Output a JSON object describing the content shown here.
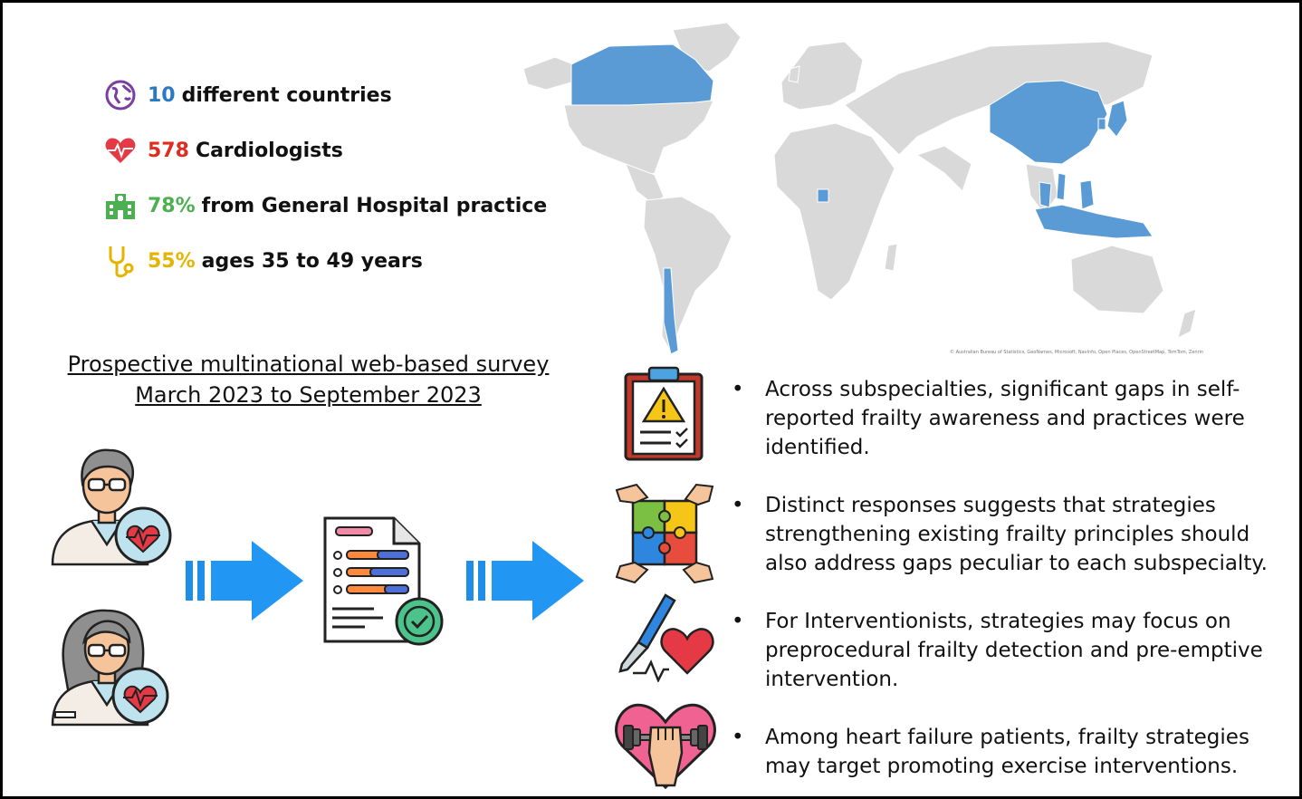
{
  "stats": [
    {
      "value": "10",
      "label": "different countries",
      "color": "#2b79c2",
      "icon": "globe-icon"
    },
    {
      "value": "578",
      "label": "Cardiologists",
      "color": "#e02b20",
      "icon": "heart-pulse-icon"
    },
    {
      "value": "78%",
      "label": "from General Hospital practice",
      "color": "#4caf50",
      "icon": "hospital-icon"
    },
    {
      "value": "55%",
      "label": "ages 35 to 49 years",
      "color": "#e6b400",
      "icon": "stethoscope-icon"
    }
  ],
  "survey": {
    "line1": "Prospective multinational web-based survey",
    "line2": "March 2023 to September 2023"
  },
  "map": {
    "credit": "© Australian Bureau of Statistics, GeoNames, Microsoft, Navinfo, Open Places, OpenStreetMap, TomTom, Zenrin",
    "highlight_color": "#5b9bd5",
    "base_color": "#d9d9d9"
  },
  "findings": [
    {
      "text": "Across subspecialties, significant gaps in self-reported frailty awareness and practices were identified.",
      "icon": "clipboard-warning-icon"
    },
    {
      "text": "Distinct responses suggests that strategies strengthening existing frailty principles should also address gaps peculiar to each subspecialty.",
      "icon": "puzzle-hands-icon"
    },
    {
      "text": "For Interventionists, strategies may focus on preprocedural frailty detection and pre-emptive intervention.",
      "icon": "scalpel-heart-icon"
    },
    {
      "text": "Among heart failure patients, frailty strategies may target promoting exercise interventions.",
      "icon": "heart-dumbbell-icon"
    }
  ],
  "bullet": "•"
}
